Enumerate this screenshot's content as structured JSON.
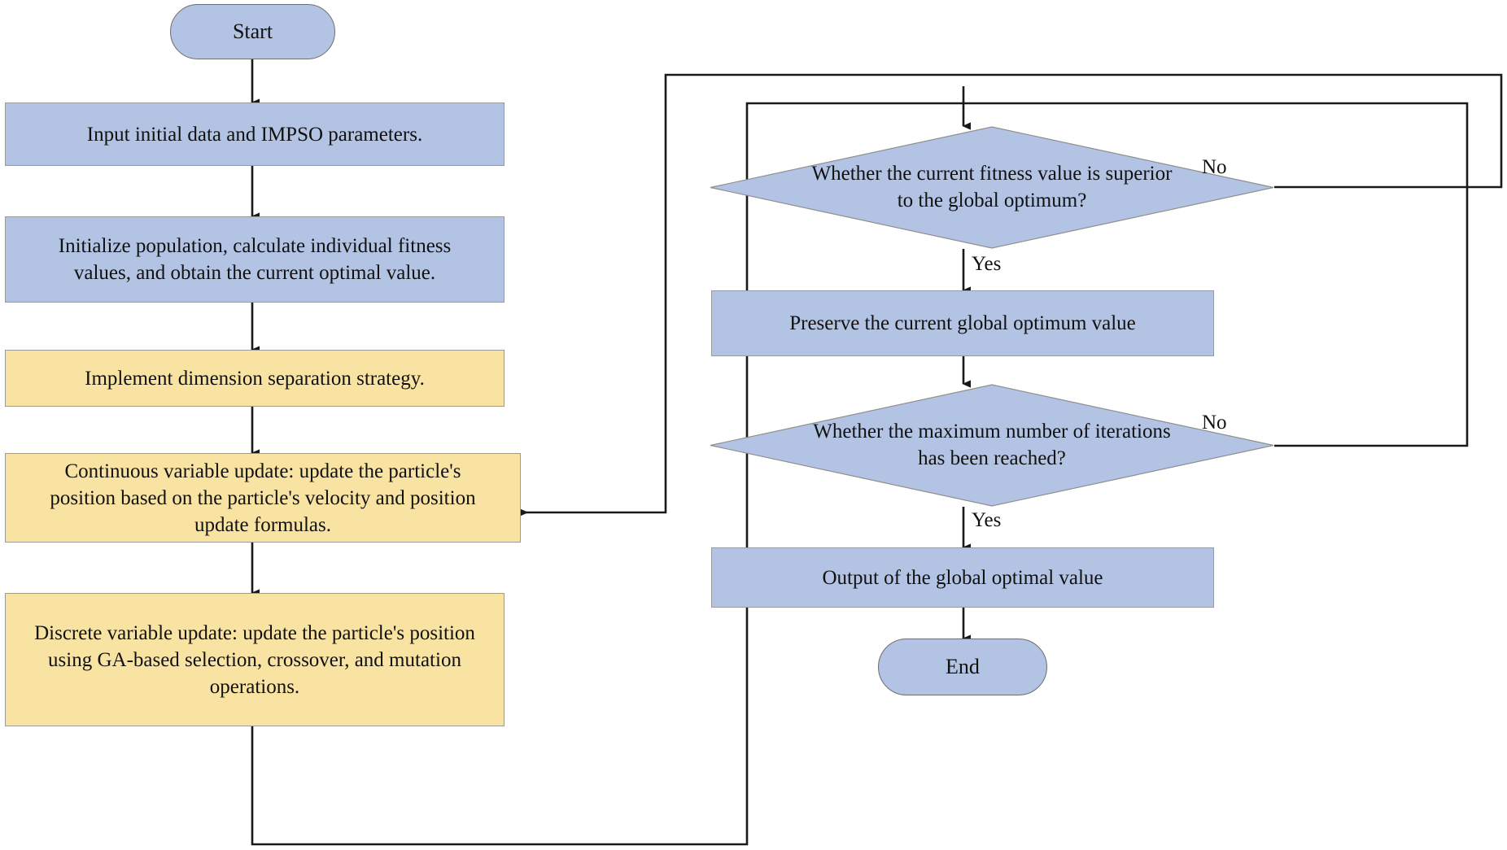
{
  "diagram": {
    "title": "IMPSO algorithm flowchart",
    "type": "flowchart",
    "colors": {
      "blue_fill": "#b3c3e3",
      "yellow_fill": "#f9e3a2",
      "line": "#1a1a1a",
      "text": "#111111",
      "background": "#ffffff"
    }
  },
  "nodes": {
    "start": {
      "label": "Start",
      "shape": "terminal",
      "fill": "#b3c3e3"
    },
    "input_params": {
      "label": "Input initial data and IMPSO parameters.",
      "shape": "process",
      "fill": "#b3c3e3"
    },
    "initialize": {
      "label": "Initialize population, calculate individual fitness\nvalues, and obtain the current optimal value.",
      "shape": "process",
      "fill": "#b3c3e3"
    },
    "dimension_separation": {
      "label": "Implement dimension separation strategy.",
      "shape": "process",
      "fill": "#f9e3a2"
    },
    "continuous_update": {
      "label": "Continuous variable update: update the particle's\nposition based on the particle's velocity and position\nupdate formulas.",
      "shape": "process",
      "fill": "#f9e3a2"
    },
    "discrete_update": {
      "label": "Discrete variable update: update the particle's position\nusing GA-based selection, crossover, and mutation\noperations.",
      "shape": "process",
      "fill": "#f9e3a2"
    },
    "fitness_decision": {
      "label": "Whether the current fitness value is superior\nto the global optimum?",
      "shape": "decision",
      "fill": "#b3c3e3"
    },
    "preserve_optimum": {
      "label": "Preserve the current global optimum value",
      "shape": "process",
      "fill": "#b3c3e3"
    },
    "iteration_decision": {
      "label": "Whether the maximum number of iterations\nhas been reached?",
      "shape": "decision",
      "fill": "#b3c3e3"
    },
    "output_optimum": {
      "label": "Output of the global optimal value",
      "shape": "process",
      "fill": "#b3c3e3"
    },
    "end": {
      "label": "End",
      "shape": "terminal",
      "fill": "#b3c3e3"
    }
  },
  "edge_labels": {
    "fitness_no": "No",
    "fitness_yes": "Yes",
    "iteration_no": "No",
    "iteration_yes": "Yes"
  }
}
